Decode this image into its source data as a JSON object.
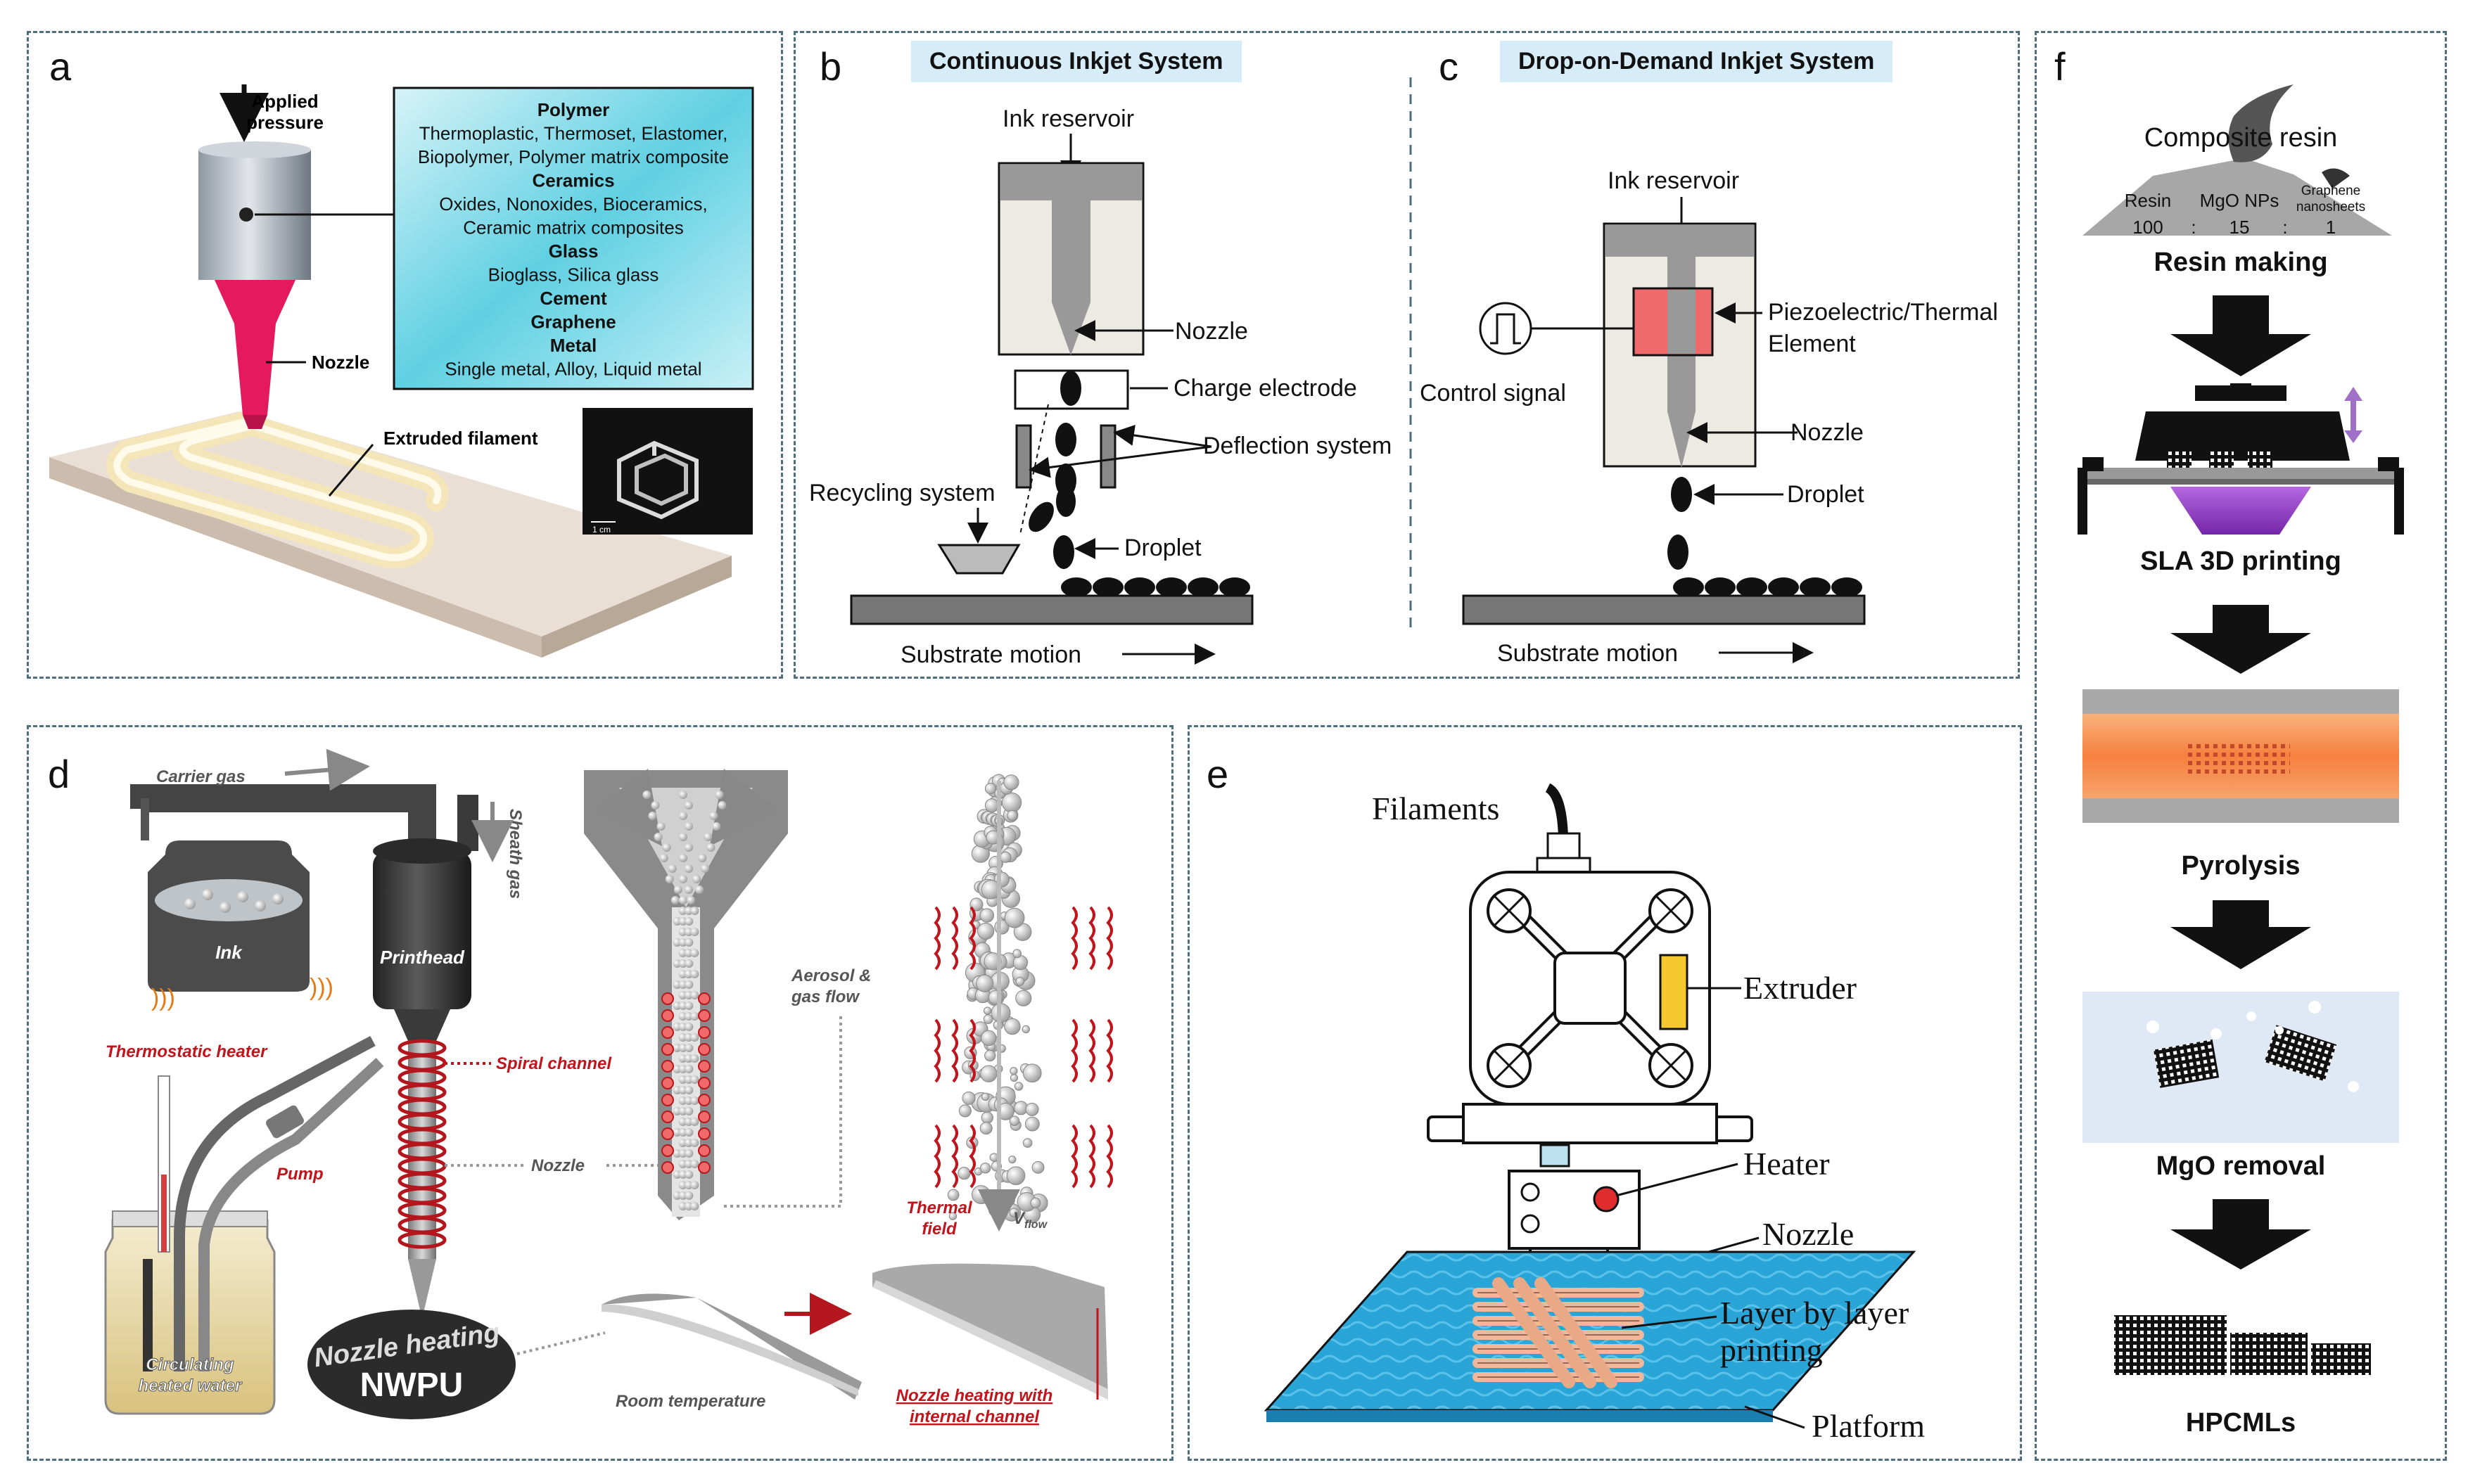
{
  "panels": {
    "a": {
      "label": "a",
      "applied_pressure": [
        "Applied",
        "pressure"
      ],
      "nozzle": "Nozzle",
      "extruded_filament": "Extruded filament",
      "scale": "1 cm",
      "materials": [
        {
          "text": "Polymer",
          "bold": true
        },
        {
          "text": "Thermoplastic, Thermoset, Elastomer,",
          "bold": false
        },
        {
          "text": "Biopolymer, Polymer matrix composite",
          "bold": false
        },
        {
          "text": "Ceramics",
          "bold": true
        },
        {
          "text": "Oxides, Nonoxides, Bioceramics,",
          "bold": false
        },
        {
          "text": "Ceramic matrix composites",
          "bold": false
        },
        {
          "text": "Glass",
          "bold": true
        },
        {
          "text": "Bioglass, Silica glass",
          "bold": false
        },
        {
          "text": "Cement",
          "bold": true
        },
        {
          "text": "Graphene",
          "bold": true
        },
        {
          "text": "Metal",
          "bold": true
        },
        {
          "text": "Single metal, Alloy, Liquid metal",
          "bold": false
        }
      ]
    },
    "b": {
      "label": "b",
      "title": "Continuous Inkjet System",
      "ink_reservoir": "Ink reservoir",
      "nozzle": "Nozzle",
      "charge_electrode": "Charge electrode",
      "deflection_system": "Deflection system",
      "recycling_system": "Recycling system",
      "droplet": "Droplet",
      "substrate_motion": "Substrate motion"
    },
    "c": {
      "label": "c",
      "title": "Drop-on-Demand Inkjet System",
      "ink_reservoir": "Ink reservoir",
      "element": [
        "Piezoelectric/Thermal",
        "Element"
      ],
      "control_signal": "Control signal",
      "nozzle": "Nozzle",
      "droplet": "Droplet",
      "substrate_motion": "Substrate motion"
    },
    "d": {
      "label": "d",
      "carrier_gas": "Carrier gas",
      "sheath_gas": "Sheath gas",
      "ink": "Ink",
      "printhead": "Printhead",
      "thermostatic_heater": "Thermostatic heater",
      "pump": "Pump",
      "circulating": [
        "Circulating",
        "heated water"
      ],
      "spiral_channel": "Spiral channel",
      "nozzle": "Nozzle",
      "aerosol": [
        "Aerosol &",
        "gas flow"
      ],
      "thermal_field": [
        "Thermal",
        "field"
      ],
      "vflow": "V",
      "vflow_sub": "flow",
      "nozzle_heating": "Nozzle heating",
      "nwpu": "NWPU",
      "room_temperature": "Room temperature",
      "nozzle_heating_internal": [
        "Nozzle heating with",
        "internal channel"
      ]
    },
    "e": {
      "label": "e",
      "filaments": "Filaments",
      "extruder": "Extruder",
      "heater": "Heater",
      "nozzle": "Nozzle",
      "layer": [
        "Layer by layer",
        "printing"
      ],
      "platform": "Platform"
    },
    "f": {
      "label": "f",
      "composite_resin": "Composite resin",
      "ratio_labels": [
        "Resin",
        "MgO NPs",
        "Graphene",
        "nanosheets"
      ],
      "ratio_values": [
        "100",
        ":",
        "15",
        ":",
        "1"
      ],
      "steps": [
        "Resin making",
        "SLA 3D printing",
        "Pyrolysis",
        "MgO removal",
        "HPCMLs"
      ]
    }
  },
  "colors": {
    "border": "#4f6f7f",
    "header_bg": "#d6ecf8",
    "nozzle_pink": "#e5195d",
    "accent_red": "#c0151c",
    "platform_blue": "#2aa5d8",
    "extruder_yellow": "#f5c92f",
    "resin_purple": "#8b34c2",
    "pyrolysis_orange": "#f6803f"
  }
}
